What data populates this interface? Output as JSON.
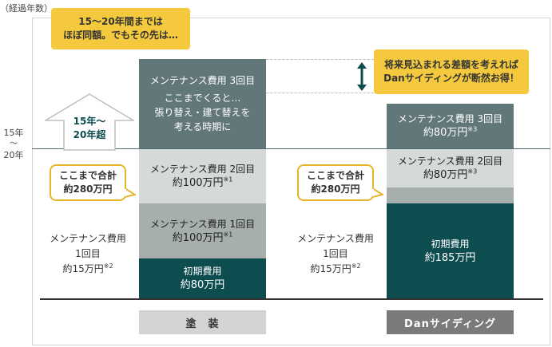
{
  "header": {
    "unit_label": "（経過年数）"
  },
  "y_axis": {
    "mark_top": "15年",
    "mark_tilde": "〜",
    "mark_bottom": "20年"
  },
  "callouts": {
    "top_left": {
      "line1": "15〜20年間までは",
      "line2": "ほぼ同額。でもその先は…"
    },
    "top_right": {
      "line1": "将来見込まれる差額を考えれば",
      "line2": "Danサイディングが断然お得！"
    }
  },
  "arrow_up": {
    "line1": "15年〜",
    "line2": "20年超"
  },
  "paint": {
    "bubble": {
      "line1": "ここまで合計",
      "line2": "約280万円"
    },
    "side_text": {
      "line1": "メンテナンス費用",
      "line2": "1回目",
      "line3": "約15万円",
      "note": "※2"
    },
    "seg3": {
      "line1": "メンテナンス費用 3回目",
      "line2": "ここまでくると…",
      "line3": "張り替え・建て替えを",
      "line4": "考える時期に"
    },
    "seg2": {
      "title": "メンテナンス費用 2回目",
      "value": "約100万円",
      "note": "※1"
    },
    "seg1": {
      "title": "メンテナンス費用 1回目",
      "value": "約100万円",
      "note": "※1"
    },
    "seg0": {
      "title": "初期費用",
      "value": "約80万円"
    },
    "label": "塗　装"
  },
  "dan": {
    "bubble": {
      "line1": "ここまで合計",
      "line2": "約280万円"
    },
    "side_text": {
      "line1": "メンテナンス費用",
      "line2": "1回目",
      "line3": "約15万円",
      "note": "※2"
    },
    "seg3": {
      "title": "メンテナンス費用 3回目",
      "value": "約80万円",
      "note": "※3"
    },
    "seg2": {
      "title": "メンテナンス費用 2回目",
      "value": "約80万円",
      "note": "※3"
    },
    "seg0": {
      "title": "初期費用",
      "value": "約185万円"
    },
    "label": "Danサイディング"
  },
  "colors": {
    "accent": "#f4c93d",
    "dark_teal": "#0d4c4f",
    "slate": "#61777a"
  }
}
